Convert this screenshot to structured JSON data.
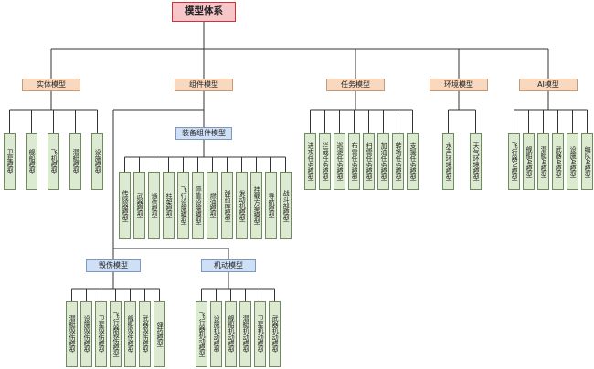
{
  "root": "模型体系",
  "categories": [
    {
      "label": "实体模型",
      "leaves": [
        "卫星模型",
        "舰船模型",
        "飞机模型",
        "潜艇模型",
        "设施模型"
      ]
    },
    {
      "label": "组件模型",
      "subgroups": [
        {
          "label": "装备组件模型",
          "leaves": [
            "传感器模型",
            "武器模型",
            "通信模型",
            "挂架模型",
            "飞行设施模型",
            "停靠设施模型",
            "燃油模型",
            "弹药库模型",
            "发动机模型",
            "挂载方案模型",
            "导航模型",
            "战斗部模型"
          ]
        },
        {
          "label": "毁伤模型",
          "leaves": [
            "潜艇毁伤模型",
            "设施毁伤模型",
            "卫星毁伤模型",
            "飞行器毁伤模型",
            "舰船毁伤模型",
            "武器毁伤模型",
            "弹药模型"
          ]
        },
        {
          "label": "机动模型",
          "leaves": [
            "飞行器机动模型",
            "设施机动模型",
            "舰船机动模型",
            "潜艇机动模型",
            "卫星机动模型",
            "武器机动模型"
          ]
        }
      ]
    },
    {
      "label": "任务模型",
      "leaves": [
        "进攻任务模型",
        "拦截任务模型",
        "巡逻任务模型",
        "布雷任务模型",
        "扫雷任务模型",
        "加油任务模型",
        "转场任务模型",
        "支援任务模型"
      ]
    },
    {
      "label": "环境模型",
      "leaves": [
        "水声环境模型",
        "天气环境模型"
      ]
    },
    {
      "label": "AI模型",
      "leaves": [
        "飞行器AI模型",
        "舰船AI模型",
        "潜艇AI模型",
        "武器AI模型",
        "设施AI模型",
        "编队AI模型"
      ]
    }
  ],
  "colors": {
    "root_fill": "#f7c6c9",
    "category_fill": "#f8d9bf",
    "subgroup_fill": "#cfe0f6",
    "leaf_fill": "#dcead1",
    "line": "#333333"
  }
}
